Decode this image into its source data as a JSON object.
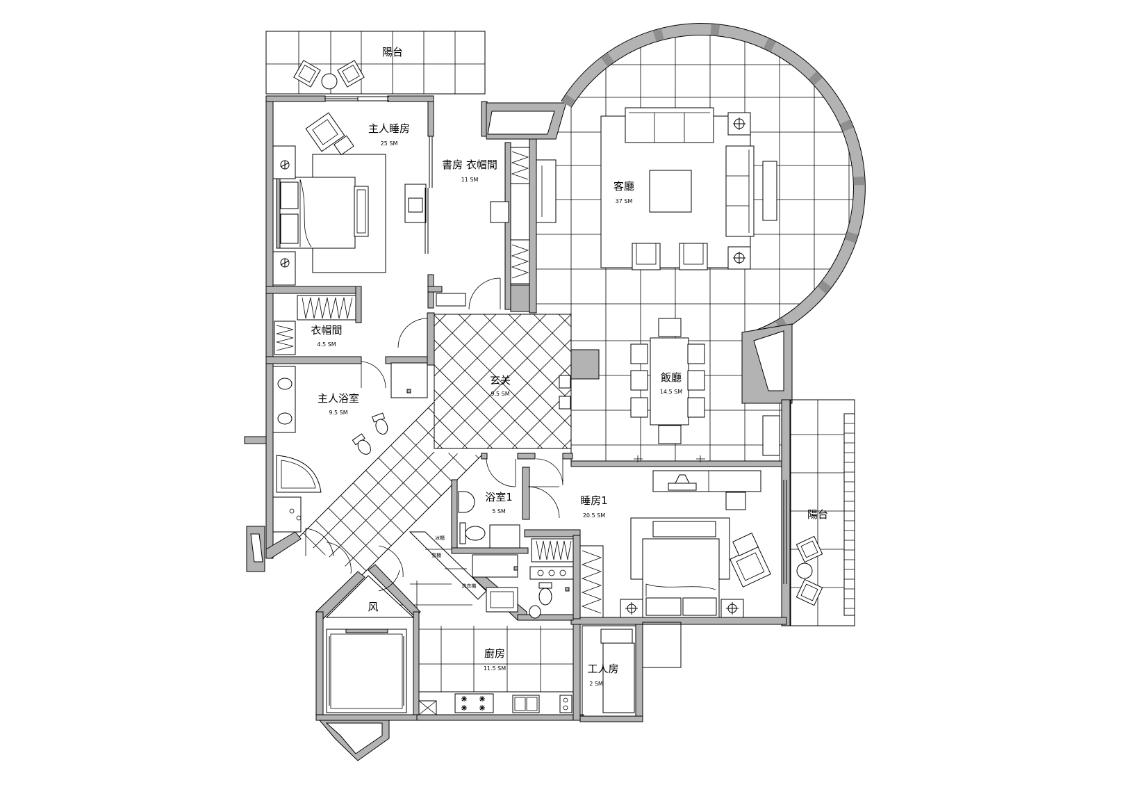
{
  "rooms": {
    "balcony_top": {
      "name": "陽台"
    },
    "master_bedroom": {
      "name": "主人睡房",
      "area": "25 SM"
    },
    "study": {
      "name": "書房 衣帽間",
      "area": "11 SM"
    },
    "living": {
      "name": "客廳",
      "area": "37 SM"
    },
    "closet": {
      "name": "衣帽間",
      "area": "4.5 SM"
    },
    "foyer": {
      "name": "玄关",
      "area": "9.5 SM"
    },
    "master_bath": {
      "name": "主人浴室",
      "area": "9.5 SM"
    },
    "dining": {
      "name": "飯廳",
      "area": "14.5 SM"
    },
    "bath1": {
      "name": "浴室1",
      "area": "5 SM"
    },
    "bedroom1": {
      "name": "睡房1",
      "area": "20.5 SM"
    },
    "balcony_right": {
      "name": "陽台"
    },
    "wind": {
      "name": "风"
    },
    "kitchen": {
      "name": "廚房",
      "area": "11.5 SM"
    },
    "worker_room": {
      "name": "工人房",
      "area": "2 SM"
    }
  },
  "appliances": {
    "first": "冰櫃",
    "second": "雪櫃",
    "third": "洗衣機"
  },
  "colors": {
    "wall": "#b3b3b3",
    "line": "#000000",
    "background": "#ffffff"
  }
}
